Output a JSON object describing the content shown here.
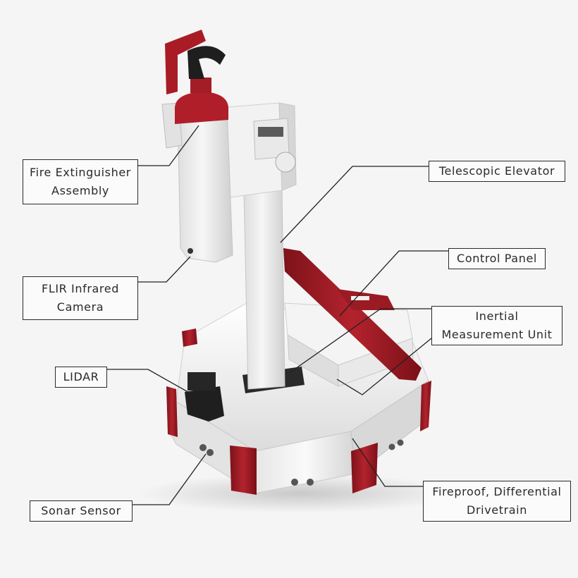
{
  "labels": {
    "fire_extinguisher_assembly": [
      "Fire Extinguisher",
      "Assembly"
    ],
    "telescopic_elevator": [
      "Telescopic Elevator"
    ],
    "control_panel": [
      "Control Panel"
    ],
    "flir_infrared_camera": [
      "FLIR Infrared",
      "Camera"
    ],
    "inertial_measurement_unit": [
      "Inertial",
      "Measurement Unit"
    ],
    "lidar": [
      "LIDAR"
    ],
    "sonar_sensor": [
      "Sonar Sensor"
    ],
    "fireproof_differential_drivetrain": [
      "Fireproof, Differential",
      "Drivetrain"
    ]
  },
  "colors": {
    "body_white": "#eeeeee",
    "accent_red": "#9b1b24",
    "dark": "#1e1e1e",
    "leader_line": "#222222"
  }
}
